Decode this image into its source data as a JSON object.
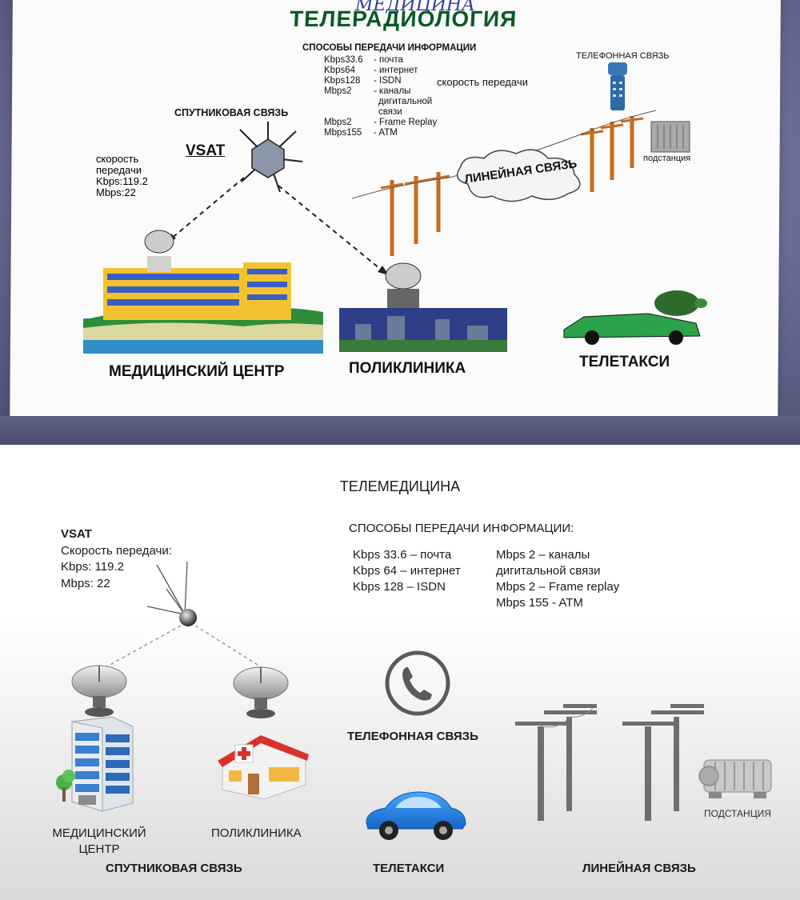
{
  "photo": {
    "title": "ТЕЛЕРАДИОЛОГИЯ",
    "handwritten": "МЕДИЦИНА",
    "methods_title": "СПОСОБЫ ПЕРЕДАЧИ ИНФОРМАЦИИ",
    "rates": [
      {
        "rate": "Kbps33.6",
        "desc": "- почта"
      },
      {
        "rate": "Kbps64",
        "desc": "- интернет"
      },
      {
        "rate": "Kbps128",
        "desc": "- ISDN"
      },
      {
        "rate": "Mbps2",
        "desc": "- каналы"
      },
      {
        "rate": "",
        "desc": "дигитальной"
      },
      {
        "rate": "",
        "desc": "связи"
      },
      {
        "rate": "Mbps2",
        "desc": "- Frame Replay"
      },
      {
        "rate": "Mbps155",
        "desc": "- ATM"
      }
    ],
    "speed_label": "скорость передачи",
    "phone_label": "ТЕЛЕФОННАЯ СВЯЗЬ",
    "satellite_label": "СПУТНИКОВАЯ СВЯЗЬ",
    "vsat": "VSAT",
    "vsat_speed": [
      "скорость",
      "передачи",
      "Kbps:119.2",
      "Mbps:22"
    ],
    "line_label": "ЛИНЕЙНАЯ СВЯЗЬ",
    "substation_label": "подстанция",
    "medical_center": "МЕДИЦИНСКИЙ ЦЕНТР",
    "clinic": "ПОЛИКЛИНИКА",
    "taxi": "ТЕЛЕТАКСИ"
  },
  "diagram": {
    "title": "ТЕЛЕМЕДИЦИНА",
    "vsat": "VSAT",
    "vsat_speed_label": "Скорость передачи:",
    "vsat_kbps": "Kbps: 119.2",
    "vsat_mbps": "Mbps: 22",
    "methods_title": "СПОСОБЫ ПЕРЕДАЧИ ИНФОРМАЦИИ:",
    "methods_left": [
      "Kbps 33.6 – почта",
      "Kbps 64 – интернет",
      "Kbps 128 – ISDN"
    ],
    "methods_right": [
      "Mbps 2 – каналы",
      "дигитальной связи",
      "Mbps 2 – Frame replay",
      "Mbps 155 - ATM"
    ],
    "phone_label": "ТЕЛЕФОННАЯ СВЯЗЬ",
    "medical_center_line1": "МЕДИЦИНСКИЙ",
    "medical_center_line2": "ЦЕНТР",
    "clinic": "ПОЛИКЛИНИКА",
    "substation": "ПОДСТАНЦИЯ",
    "satellite_label": "СПУТНИКОВАЯ СВЯЗЬ",
    "taxi_label": "ТЕЛЕТАКСИ",
    "line_label": "ЛИНЕЙНАЯ СВЯЗЬ"
  },
  "colors": {
    "photo_title": "#0a5a24",
    "car_blue": "#1e7fe0",
    "phone_gray": "#5a5a5a",
    "building_blue": "#3a7fd0",
    "clinic_red": "#d8332b",
    "pole_gray": "#6e6e6e"
  },
  "icons": [
    "satellite-icon",
    "dish-antenna-icon",
    "office-building-icon",
    "clinic-icon",
    "phone-icon",
    "car-icon",
    "power-pole-icon",
    "transformer-icon",
    "turtle-icon"
  ]
}
